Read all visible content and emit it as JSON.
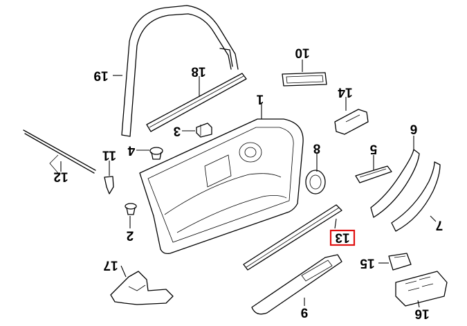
{
  "callouts": [
    {
      "id": "c1",
      "label": "1"
    },
    {
      "id": "c2",
      "label": "2"
    },
    {
      "id": "c3",
      "label": "3"
    },
    {
      "id": "c4",
      "label": "4"
    },
    {
      "id": "c5",
      "label": "5"
    },
    {
      "id": "c6",
      "label": "6"
    },
    {
      "id": "c7",
      "label": "7"
    },
    {
      "id": "c8",
      "label": "8"
    },
    {
      "id": "c9",
      "label": "9"
    },
    {
      "id": "c10",
      "label": "10"
    },
    {
      "id": "c11",
      "label": "11"
    },
    {
      "id": "c12",
      "label": "12"
    },
    {
      "id": "c13",
      "label": "13"
    },
    {
      "id": "c14",
      "label": "14"
    },
    {
      "id": "c15",
      "label": "15"
    },
    {
      "id": "c16",
      "label": "16"
    },
    {
      "id": "c17",
      "label": "17"
    },
    {
      "id": "c18",
      "label": "18"
    },
    {
      "id": "c19",
      "label": "19"
    }
  ],
  "highlighted_callout": "13",
  "colors": {
    "line": "#000000",
    "highlight": "#e01010",
    "background": "#ffffff"
  }
}
